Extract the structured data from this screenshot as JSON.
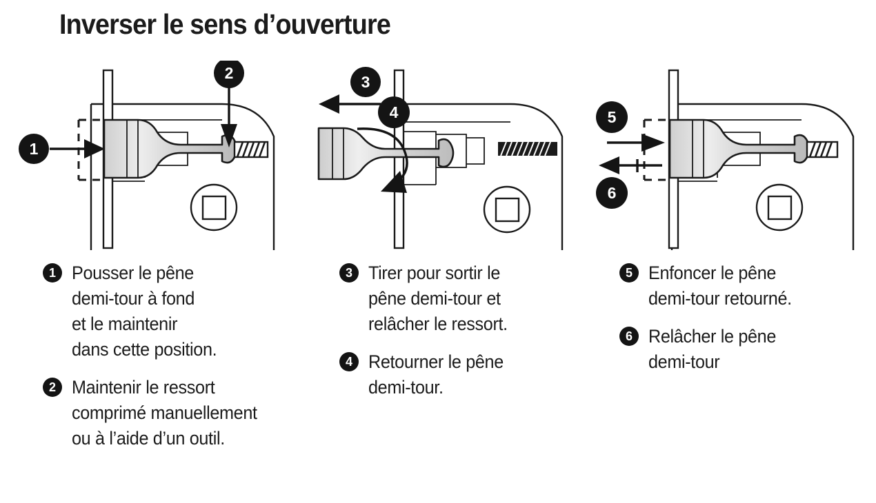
{
  "title": "Inverser le sens d’ouverture",
  "language": "fr",
  "colors": {
    "background": "#ffffff",
    "ink": "#1b1b1b",
    "badge_fill": "#141414",
    "badge_text": "#ffffff",
    "latch_metal_light": "#e2e2e2",
    "latch_metal_mid": "#c9c9c9",
    "latch_metal_dark": "#b3b3b3"
  },
  "diagrams": [
    {
      "id": "panel-1",
      "name": "latch-pushed-in",
      "badges": [
        {
          "number": "1",
          "action": "push-arrow-right",
          "target": "latch-bolt-head"
        },
        {
          "number": "2",
          "action": "pointer-arrow-down",
          "target": "spring"
        }
      ],
      "spring_state": "compressed",
      "latch_bevel": "down-right"
    },
    {
      "id": "panel-2",
      "name": "latch-pulled-out-and-rotated",
      "badges": [
        {
          "number": "3",
          "action": "pull-arrow-left",
          "target": "latch-bolt"
        },
        {
          "number": "4",
          "action": "rotation-arrow",
          "target": "latch-bolt"
        }
      ],
      "spring_state": "extended",
      "latch_bevel": "down-left"
    },
    {
      "id": "panel-3",
      "name": "latch-reinserted-reversed",
      "badges": [
        {
          "number": "5",
          "action": "push-arrow-right",
          "target": "latch-bolt-head"
        },
        {
          "number": "6",
          "action": "release-arrow-left",
          "target": "latch-bolt-head"
        }
      ],
      "spring_state": "compressed",
      "latch_bevel": "up-left"
    }
  ],
  "columns": [
    {
      "id": "column-1",
      "steps": [
        {
          "number": "1",
          "text": "Pousser le pêne\ndemi-tour à fond\net le maintenir\ndans cette position."
        },
        {
          "number": "2",
          "text": "Maintenir le ressort\ncomprimé manuellement\nou à l’aide d’un outil."
        }
      ]
    },
    {
      "id": "column-2",
      "steps": [
        {
          "number": "3",
          "text": "Tirer pour sortir le\npêne demi-tour et\nrelâcher le ressort."
        },
        {
          "number": "4",
          "text": "Retourner le pêne\ndemi-tour."
        }
      ]
    },
    {
      "id": "column-3",
      "steps": [
        {
          "number": "5",
          "text": "Enfoncer le pêne\ndemi-tour retourné."
        },
        {
          "number": "6",
          "text": "Relâcher le pêne\ndemi-tour"
        }
      ]
    }
  ]
}
